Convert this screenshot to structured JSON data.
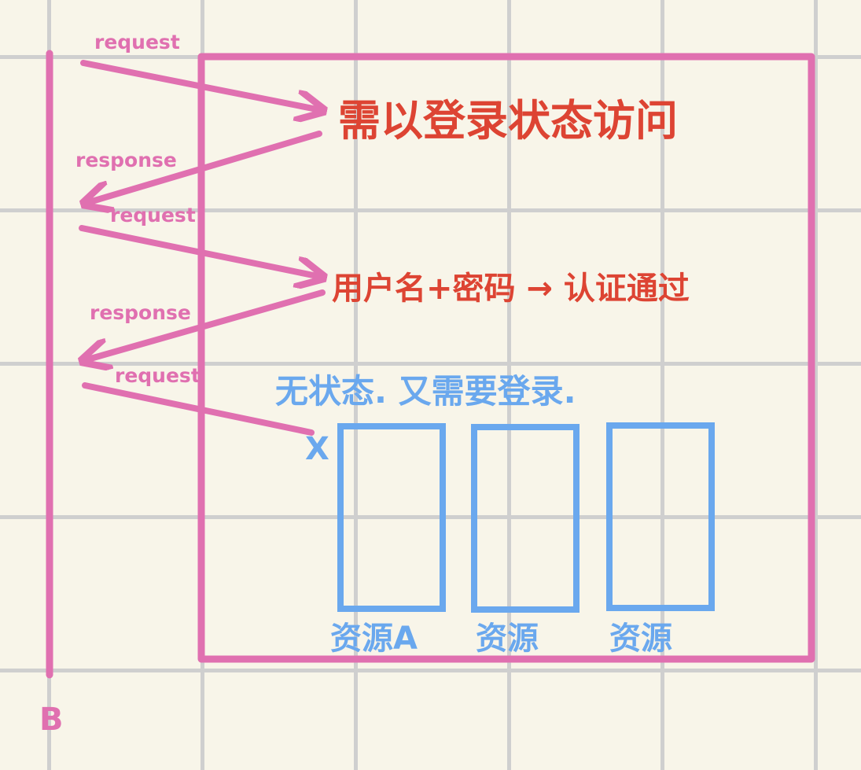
{
  "colors": {
    "pink": "#e070b0",
    "red": "#dd4433",
    "blue": "#6aa8ee"
  },
  "lifeline_label": "B",
  "arrows": [
    {
      "label": "request"
    },
    {
      "label": "response"
    },
    {
      "label": "request"
    },
    {
      "label": "response"
    },
    {
      "label": "request"
    }
  ],
  "notes": {
    "needs_login": "需以登录状态访问",
    "auth": "用户名+密码 → 认证通过",
    "stateless": "无状态. 又需要登录.",
    "rejected_mark": "X"
  },
  "resources": [
    {
      "label": "资源A"
    },
    {
      "label": "资源"
    },
    {
      "label": "资源"
    }
  ]
}
